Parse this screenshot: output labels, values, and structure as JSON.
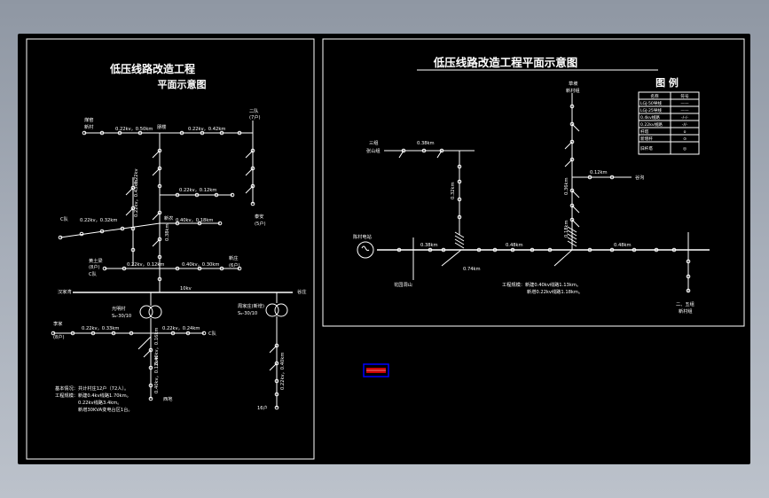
{
  "colors": {
    "background": "#000000",
    "lines": "#ffffff",
    "app_frame": "#a9b0bb",
    "selection": "#0000ff",
    "selection_fill": "#cc0000"
  },
  "left_sheet": {
    "title_1": "低压线路改造工程",
    "title_2": "平面示意图",
    "labels": {
      "top_left_a": "煤窑",
      "top_left_b": "新村",
      "span_top_1": "0.22kv，0.50km",
      "node_top": "朋楼",
      "span_top_2": "0.22kv，0.42km",
      "top_right_a": "二队",
      "top_right_b": "(7户)",
      "span_mid_1": "0.22kv，0.12km",
      "span_v1": "0.22kv，0.43km",
      "span_v2": "0.22kv",
      "left_end": "C队",
      "span_left": "0.22kv，0.32km",
      "mid_label": "新农",
      "span_mid_2": "0.40kv，0.18km",
      "right_end_a": "泰安",
      "right_end_b": "(5户)",
      "span_v3": "0.38km",
      "lower_left_a": "黄土梁",
      "lower_left_b": "(8户)",
      "lower_left_c": "C队",
      "span_low_1": "0.22kv，0.12km",
      "span_low_2": "0.40kv，0.30km",
      "lower_right_a": "新庄",
      "lower_right_b": "(6户)",
      "bus_left": "汉家湾",
      "bus_mid": "10kv",
      "bus_right": "谷庄",
      "tx1_a": "光明村",
      "tx1_b": "S₉-30/10",
      "tx2_a": "周家庄(新增)",
      "tx2_b": "S₉-30/10",
      "south_left_a": "李家",
      "south_left_b": "(8户)",
      "span_south_1": "0.22kv，0.33km",
      "span_south_2": "0.22kv，0.24km",
      "south_right": "C队",
      "span_v4": "0.40kv，0.16km",
      "span_v5": "0.40kv，0.12km",
      "span_v6": "0.22kv，0.40km",
      "bottom_end": "西地",
      "bottom_right_end": "16户",
      "note_1": "基本情况：共计村庄12户（72人）。",
      "note_2": "工程规模：新建0.4kv线路1.70km。",
      "note_3": "0.22kv线路3.4km。",
      "note_4": "新增30KVA变电台区1台。"
    }
  },
  "right_sheet": {
    "title": "低压线路改造工程平面示意图",
    "legend_title": "图  例",
    "legend_headers": [
      "名称",
      "符号"
    ],
    "legend_rows": [
      {
        "name": "LGJ-50导线",
        "symbol": "——"
      },
      {
        "name": "LGJ-25导线",
        "symbol": "——"
      },
      {
        "name": "0.4kv线路",
        "symbol": "-/-/-"
      },
      {
        "name": "0.22kv线路",
        "symbol": "-//-"
      },
      {
        "name": "杆塔",
        "symbol": "o"
      },
      {
        "name": "新增杆",
        "symbol": "⊙"
      },
      {
        "name": "旧杆塔",
        "symbol": "◎"
      }
    ],
    "labels": {
      "top_node_a": "草坡",
      "top_node_b": "新村组",
      "left_branch_a": "三组",
      "left_branch_b": "张山组",
      "span_left_branch": "0.38km",
      "span_v_left": "0.32km",
      "span_h_right": "0.12km",
      "right_branch_end": "谷沟",
      "span_v_mid": "0.36km",
      "span_v_mid2": "0.18km",
      "source_a": "陈村电站",
      "span_main_1": "0.38km",
      "span_main_2": "0.48km",
      "span_main_3": "0.48km",
      "span_diag": "0.74km",
      "below_main": "花园洞山",
      "bottom_right_a": "二、五组",
      "bottom_right_b": "新村组",
      "note_1": "工程规模：新建0.40kv线路1.13km。",
      "note_2": "新增0.22kv线路1.18km。"
    }
  }
}
